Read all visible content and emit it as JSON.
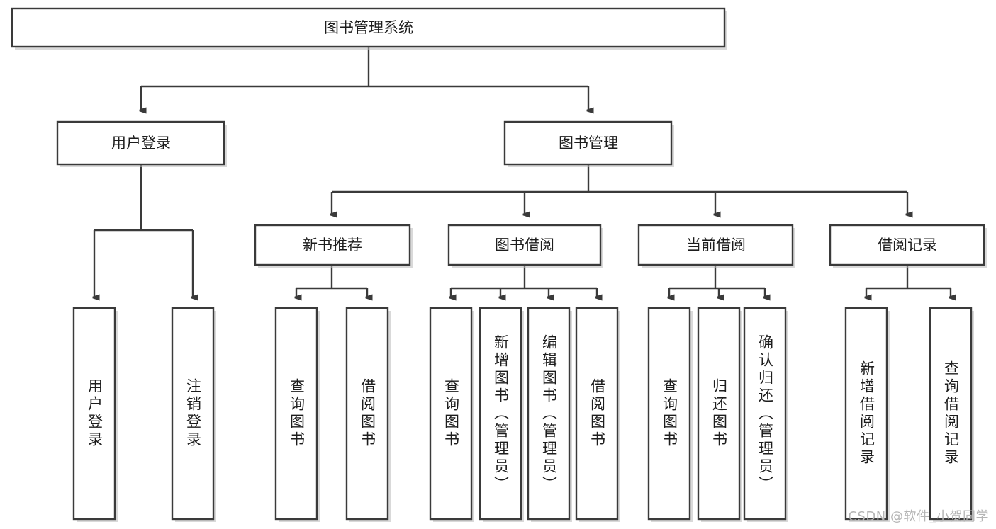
{
  "diagram": {
    "title": "图书管理系统",
    "type": "tree",
    "orientation": "top-down",
    "colors": {
      "stroke": "#3a3a3a",
      "box_fill": "#ffffff",
      "text": "#1d1d1d",
      "shadow": "#b9b9b9",
      "watermark": "#b5b5b5",
      "background": "#ffffff"
    }
  },
  "watermark": {
    "text": "CSDN @软件_小贺同学"
  },
  "nodes": {
    "root": {
      "label": "图书管理系统",
      "level": 0
    },
    "level2": [
      {
        "id": "user-login",
        "label": "用户登录"
      },
      {
        "id": "book-manage",
        "label": "图书管理"
      }
    ],
    "level3": [
      {
        "id": "new-book-recommend",
        "label": "新书推荐"
      },
      {
        "id": "book-borrow",
        "label": "图书借阅"
      },
      {
        "id": "current-borrow",
        "label": "当前借阅"
      },
      {
        "id": "borrow-record",
        "label": "借阅记录"
      }
    ],
    "leaves": [
      {
        "id": "leaf-user-login",
        "label": "用户登录",
        "parent": "user-login"
      },
      {
        "id": "leaf-logout",
        "label": "注销登录",
        "parent": "user-login"
      },
      {
        "id": "leaf-query-book-1",
        "label": "查询图书",
        "parent": "new-book-recommend"
      },
      {
        "id": "leaf-borrow-book-1",
        "label": "借阅图书",
        "parent": "new-book-recommend"
      },
      {
        "id": "leaf-query-book-2",
        "label": "查询图书",
        "parent": "book-borrow"
      },
      {
        "id": "leaf-add-book",
        "label": "新增图书（管理员）",
        "parent": "book-borrow"
      },
      {
        "id": "leaf-edit-book",
        "label": "编辑图书（管理员）",
        "parent": "book-borrow"
      },
      {
        "id": "leaf-borrow-book-2",
        "label": "借阅图书",
        "parent": "book-borrow"
      },
      {
        "id": "leaf-query-book-3",
        "label": "查询图书",
        "parent": "current-borrow"
      },
      {
        "id": "leaf-return-book",
        "label": "归还图书",
        "parent": "current-borrow"
      },
      {
        "id": "leaf-confirm-return",
        "label": "确认归还（管理员）",
        "parent": "current-borrow"
      },
      {
        "id": "leaf-add-record",
        "label": "新增借阅记录",
        "parent": "borrow-record"
      },
      {
        "id": "leaf-query-record",
        "label": "查询借阅记录",
        "parent": "borrow-record"
      }
    ]
  }
}
